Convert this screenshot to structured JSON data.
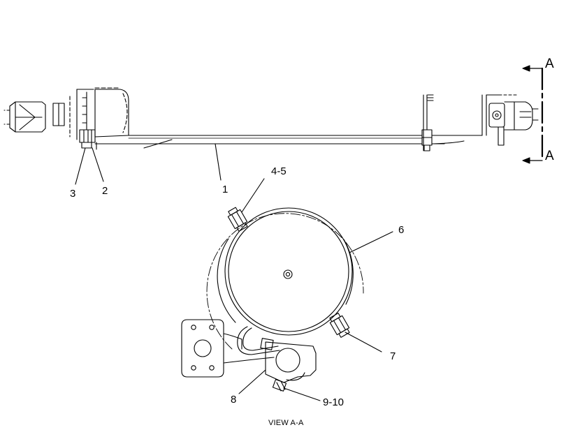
{
  "callouts": {
    "c1": "1",
    "c2": "2",
    "c3": "3",
    "c4_5": "4-5",
    "c6": "6",
    "c7": "7",
    "c8": "8",
    "c9_10": "9-10"
  },
  "section_markers": {
    "top": "A",
    "bottom": "A"
  },
  "view_caption": "VIEW A-A"
}
